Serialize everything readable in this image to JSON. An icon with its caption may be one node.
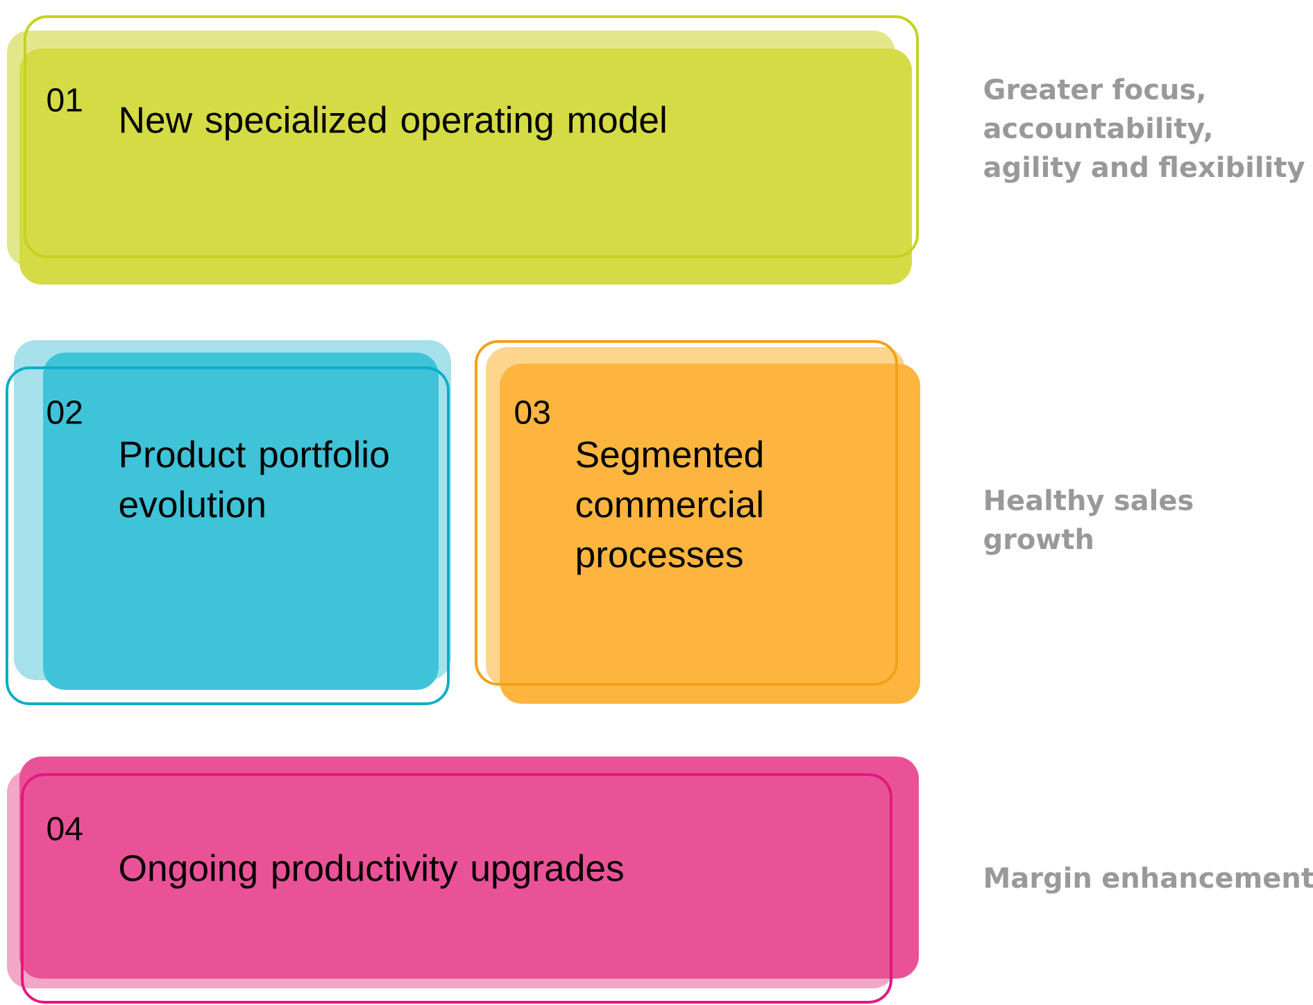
{
  "diagram": {
    "nodes": [
      {
        "text": [
          "01",
          "New specialized operating model"
        ],
        "beside": [
          "Greater focus, accountability, agility and flexibility"
        ]
      },
      {
        "text": [
          "02",
          "Product portfolio evolution"
        ]
      },
      {
        "text": [
          "03",
          "Segmented commercial processes"
        ]
      },
      {
        "text": [
          "04",
          "Ongoing productivity upgrades"
        ],
        "beside": [
          "Margin enhancement"
        ]
      }
    ],
    "labels": [
      "Healthy sales growth"
    ]
  }
}
